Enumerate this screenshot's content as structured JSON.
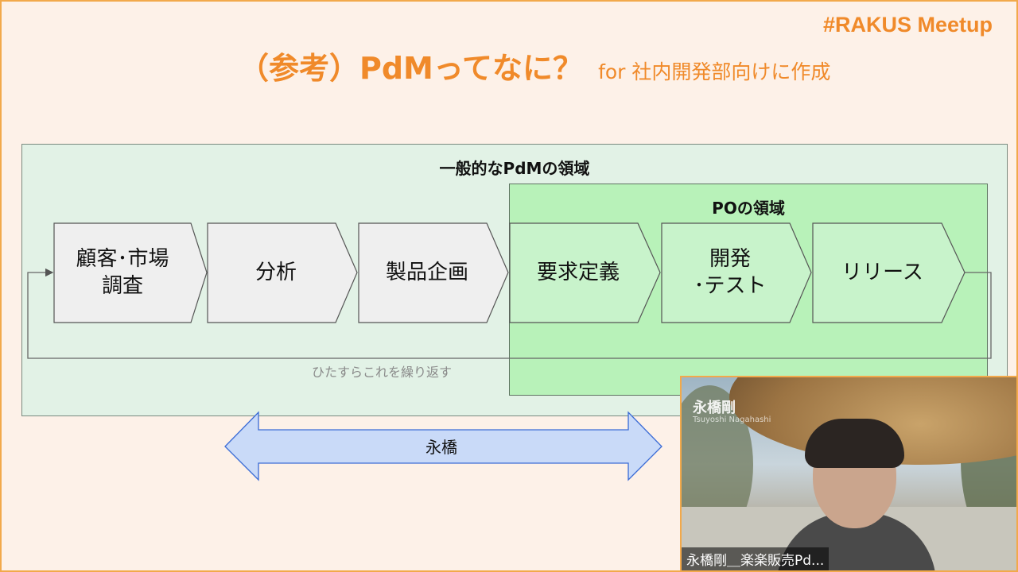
{
  "slide": {
    "brand": "#RAKUS Meetup",
    "title_main": "（参考）PdMってなに？",
    "title_sub": "for 社内開発部向けに作成"
  },
  "diagram": {
    "pdm_area_label": "一般的なPdMの領域",
    "po_area_label": "POの領域",
    "steps": [
      {
        "line1": "顧客･市場",
        "line2": "調査"
      },
      {
        "line1": "分析",
        "line2": ""
      },
      {
        "line1": "製品企画",
        "line2": ""
      },
      {
        "line1": "要求定義",
        "line2": ""
      },
      {
        "line1": "開発",
        "line2": "･テスト"
      },
      {
        "line1": "リリース",
        "line2": ""
      }
    ],
    "loop_label": "ひたすらこれを繰り返す",
    "span_arrow_label": "永橋",
    "colors": {
      "pdm_area": "#e2f2e6",
      "po_area": "#b8f2b9",
      "step_fill_outside": "#efefef",
      "step_fill_inside": "#c8f3cb",
      "span_arrow": "#c9daf8",
      "accent": "#f08a2a"
    }
  },
  "webcam": {
    "overlay_name": "永橋剛",
    "overlay_sub": "Tsuyoshi Nagahashi",
    "participant_name": "永橋剛＿楽楽販売Pd..."
  }
}
